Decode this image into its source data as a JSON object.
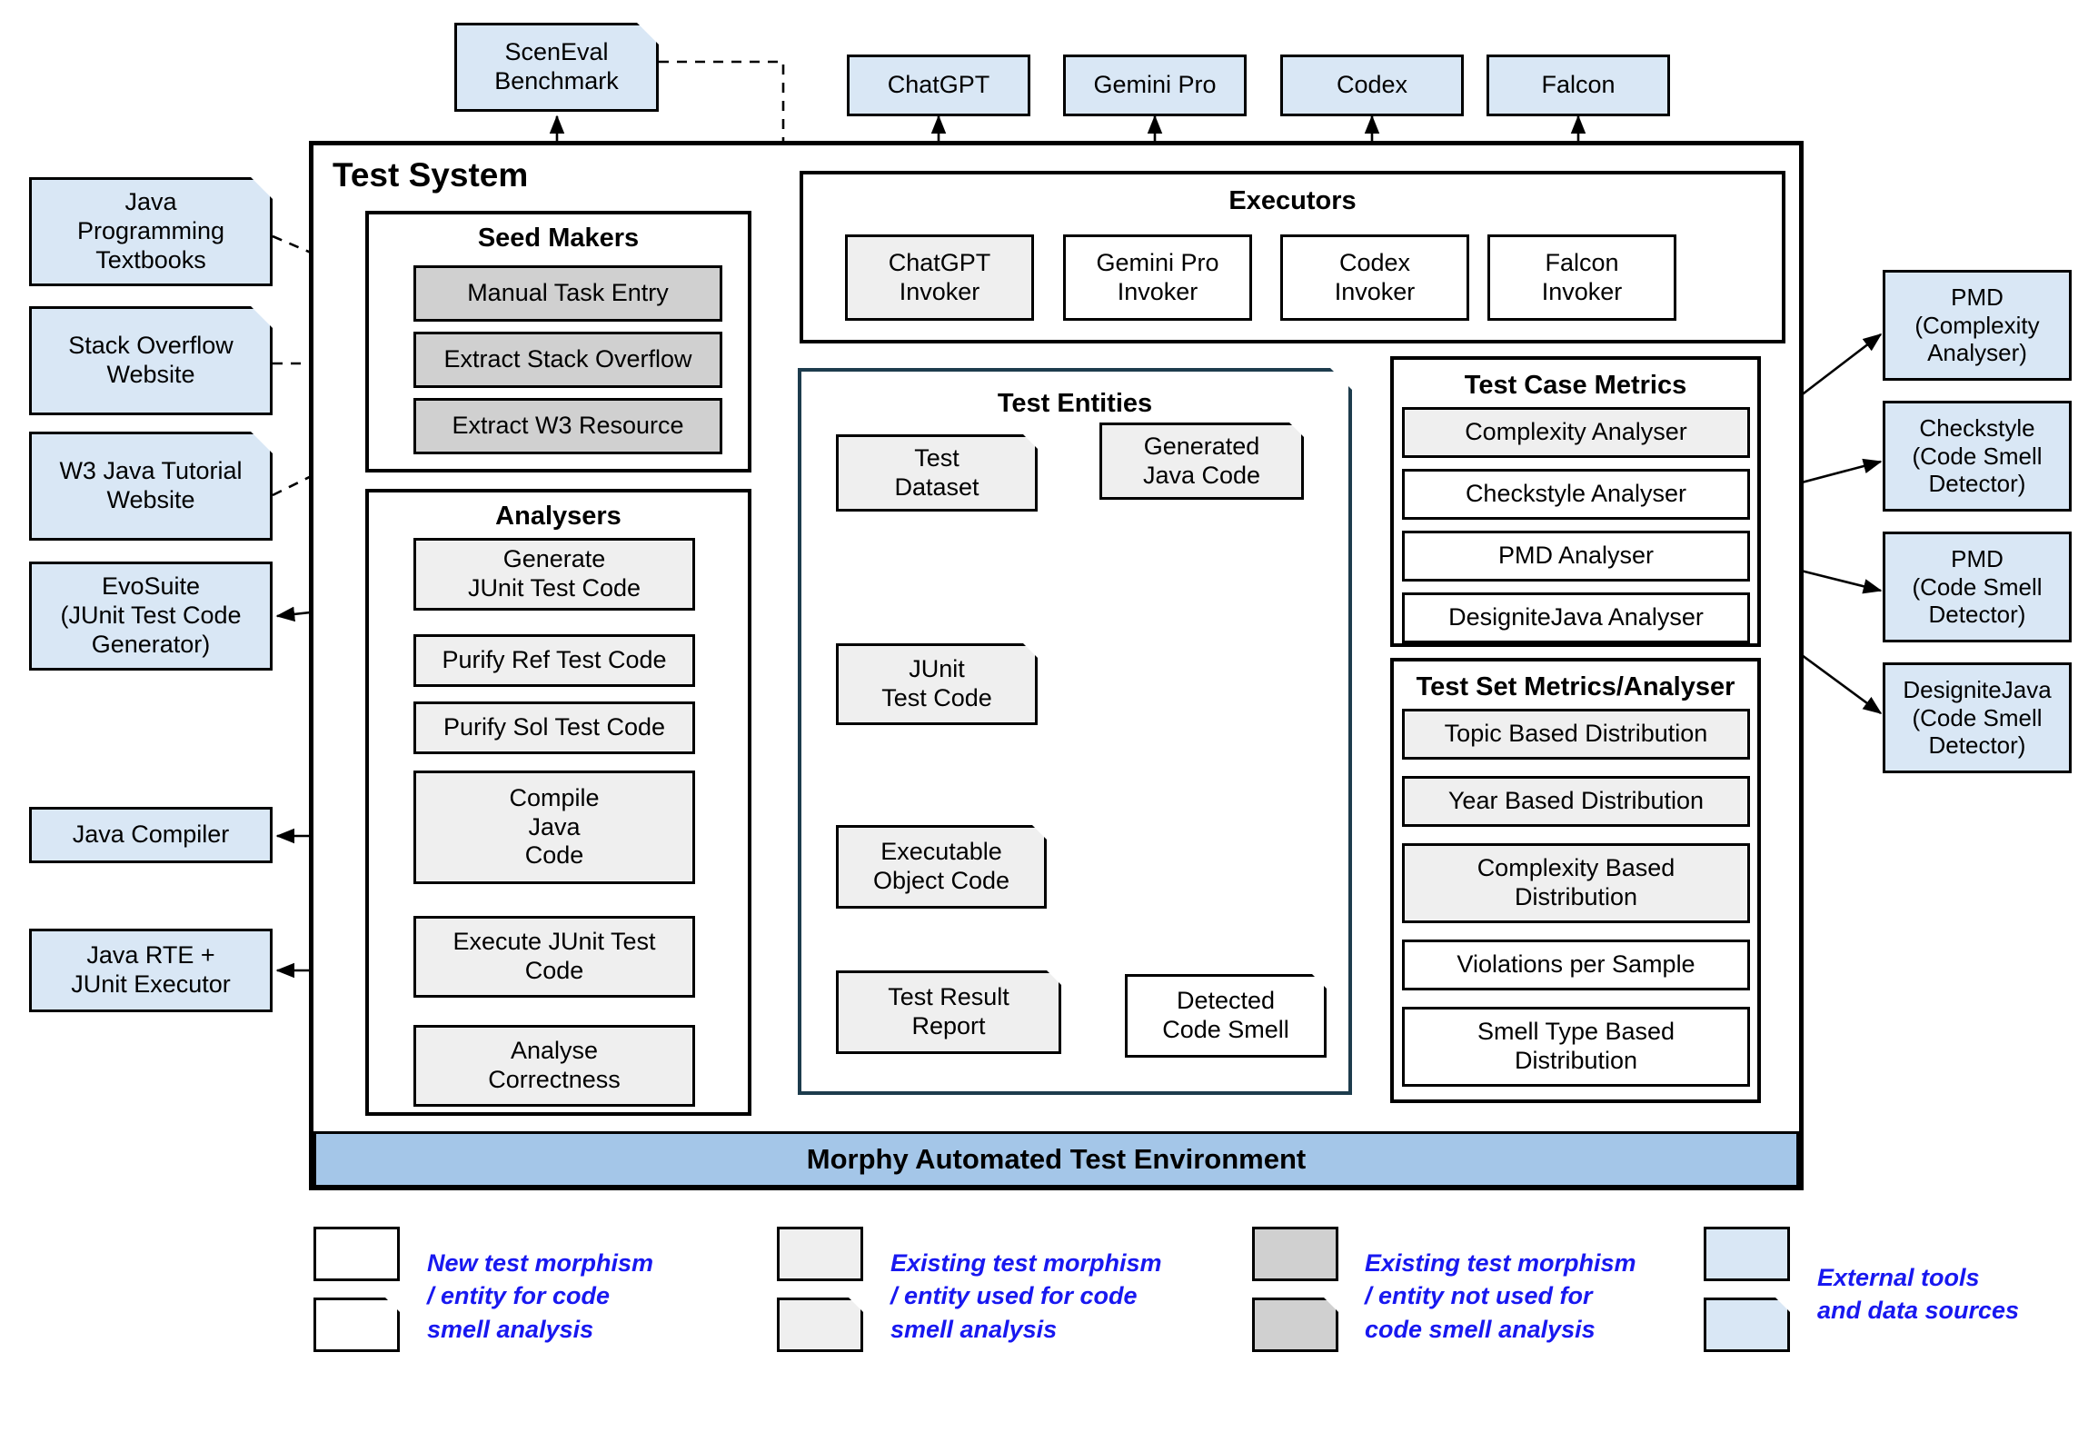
{
  "system": {
    "title": "Test System",
    "morphy_bar": "Morphy Automated Test Environment"
  },
  "top_outputs": [
    {
      "label": "ScenEval\nBenchmark",
      "shape": "doc",
      "style": "external"
    },
    {
      "label": "ChatGPT",
      "shape": "rect",
      "style": "external"
    },
    {
      "label": "Gemini Pro",
      "shape": "rect",
      "style": "external"
    },
    {
      "label": "Codex",
      "shape": "rect",
      "style": "external"
    },
    {
      "label": "Falcon",
      "shape": "rect",
      "style": "external"
    }
  ],
  "left_sources": [
    {
      "label": "Java\nProgramming\nTextbooks",
      "shape": "doc",
      "style": "external"
    },
    {
      "label": "Stack Overflow\nWebsite",
      "shape": "doc",
      "style": "external"
    },
    {
      "label": "W3 Java Tutorial\nWebsite",
      "shape": "doc",
      "style": "external"
    },
    {
      "label": "EvoSuite\n(JUnit Test Code\nGenerator)",
      "shape": "rect",
      "style": "external"
    },
    {
      "label": "Java Compiler",
      "shape": "rect",
      "style": "external"
    },
    {
      "label": "Java RTE +\nJUnit Executor",
      "shape": "rect",
      "style": "external"
    }
  ],
  "right_tools": [
    {
      "label": "PMD\n(Complexity\nAnalyser)",
      "style": "external"
    },
    {
      "label": "Checkstyle\n(Code Smell\nDetector)",
      "style": "external"
    },
    {
      "label": "PMD\n(Code Smell\nDetector)",
      "style": "external"
    },
    {
      "label": "DesigniteJava\n(Code Smell\nDetector)",
      "style": "external"
    }
  ],
  "seed_makers": {
    "title": "Seed Makers",
    "items": [
      {
        "label": "Manual Task Entry",
        "style": "existing-unused"
      },
      {
        "label": "Extract Stack Overflow",
        "style": "existing-unused"
      },
      {
        "label": "Extract W3 Resource",
        "style": "existing-unused"
      }
    ]
  },
  "analysers": {
    "title": "Analysers",
    "items": [
      {
        "label": "Generate\nJUnit Test Code",
        "style": "existing-used"
      },
      {
        "label": "Purify Ref Test Code",
        "style": "existing-used"
      },
      {
        "label": "Purify Sol Test Code",
        "style": "existing-used"
      },
      {
        "label": "Compile\nJava\nCode",
        "style": "existing-used"
      },
      {
        "label": "Execute JUnit Test\nCode",
        "style": "existing-used"
      },
      {
        "label": "Analyse\nCorrectness",
        "style": "existing-used"
      }
    ]
  },
  "executors": {
    "title": "Executors",
    "items": [
      {
        "label": "ChatGPT\nInvoker",
        "style": "existing-used"
      },
      {
        "label": "Gemini Pro\nInvoker",
        "style": "new"
      },
      {
        "label": "Codex\nInvoker",
        "style": "new"
      },
      {
        "label": "Falcon\nInvoker",
        "style": "new"
      }
    ]
  },
  "test_entities": {
    "title": "Test Entities",
    "items": [
      {
        "label": "Test\nDataset",
        "style": "existing-used"
      },
      {
        "label": "Generated\nJava Code",
        "style": "existing-used"
      },
      {
        "label": "JUnit\nTest Code",
        "style": "existing-used"
      },
      {
        "label": "Executable\nObject Code",
        "style": "existing-used"
      },
      {
        "label": "Test  Result\nReport",
        "style": "existing-used"
      },
      {
        "label": "Detected\nCode Smell",
        "style": "new"
      }
    ]
  },
  "test_case_metrics": {
    "title": "Test Case Metrics",
    "items": [
      {
        "label": "Complexity Analyser",
        "style": "existing-used"
      },
      {
        "label": "Checkstyle Analyser",
        "style": "new"
      },
      {
        "label": "PMD Analyser",
        "style": "new"
      },
      {
        "label": "DesigniteJava Analyser",
        "style": "new"
      }
    ]
  },
  "test_set_metrics": {
    "title": "Test Set Metrics/Analyser",
    "items": [
      {
        "label": "Topic Based Distribution",
        "style": "existing-used"
      },
      {
        "label": "Year Based Distribution",
        "style": "existing-used"
      },
      {
        "label": "Complexity Based\nDistribution",
        "style": "existing-used"
      },
      {
        "label": "Violations per Sample",
        "style": "new"
      },
      {
        "label": "Smell Type Based\nDistribution",
        "style": "new"
      }
    ]
  },
  "legend": [
    {
      "text": "New test morphism\n/ entity for code\nsmell analysis",
      "swatch": "#ffffff"
    },
    {
      "text": "Existing test morphism\n/ entity used for code\nsmell analysis",
      "swatch": "#efefef"
    },
    {
      "text": "Existing test morphism\n/ entity not used for\ncode smell analysis",
      "swatch": "#d0d0d0"
    },
    {
      "text": "External tools\nand data sources",
      "swatch": "#d9e7f5"
    }
  ],
  "colors": {
    "external_fill": "#d9e7f5",
    "morphy_fill": "#a4c6e8",
    "existing_used_fill": "#efefef",
    "existing_unused_fill": "#d0d0d0",
    "new_fill": "#ffffff",
    "entities_border": "#1d3c4d",
    "legend_text": "#1818f0",
    "line": "#000000"
  }
}
